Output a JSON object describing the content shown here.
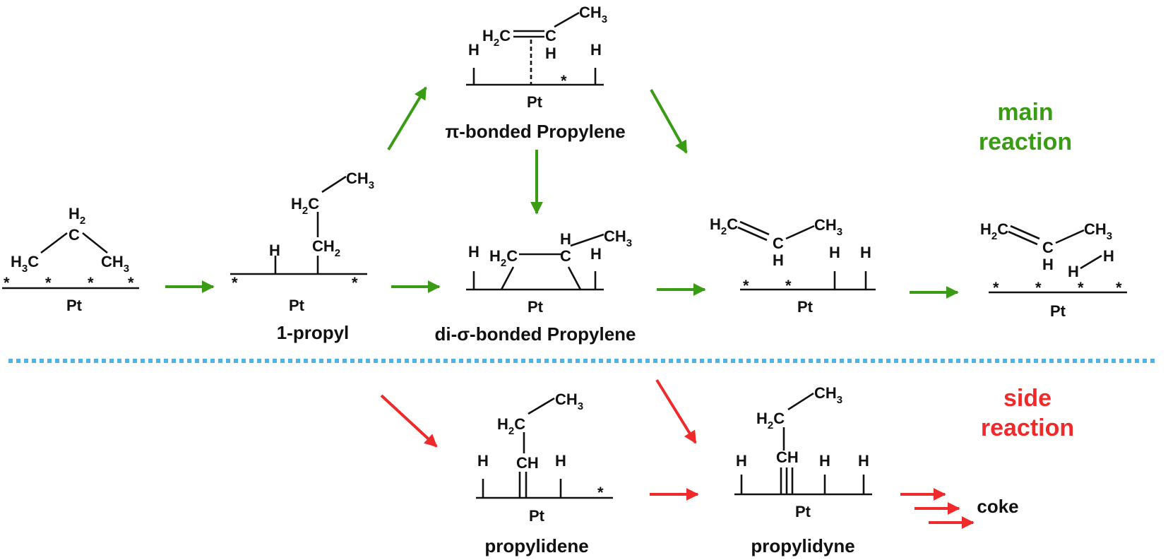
{
  "colors": {
    "main": "#3a9b14",
    "side": "#f02a2a",
    "divider": "#4fb3e8",
    "ink": "#111111"
  },
  "labels": {
    "metal": "Pt",
    "star": "*",
    "main_line1": "main",
    "main_line2": "reaction",
    "side_line1": "side",
    "side_line2": "reaction",
    "propyl": "1-propyl",
    "pi_bonded": "π-bonded Propylene",
    "di_sigma": "di-σ-bonded Propylene",
    "propylidene": "propylidene",
    "propylidyne": "propylidyne",
    "coke": "coke"
  },
  "atoms": {
    "H": "H",
    "C": "C",
    "CH": "CH",
    "CH2": "CH",
    "CH3": "CH",
    "H2C": "H",
    "H3C": "H",
    "sub2": "2",
    "sub3": "3",
    "H2C_tail": "C"
  }
}
